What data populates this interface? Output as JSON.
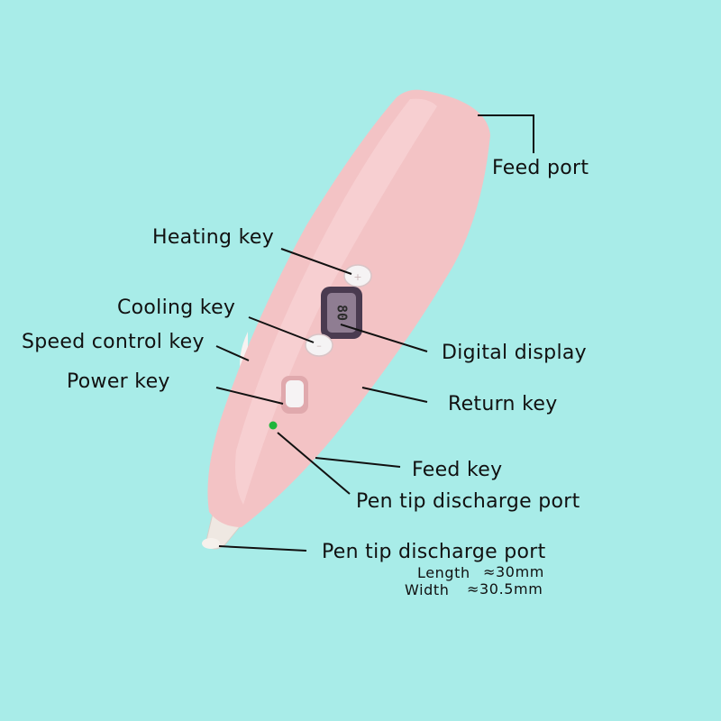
{
  "colors": {
    "background": "#a8ece8",
    "pen_body": "#f3c3c5",
    "pen_highlight": "#f9d9da",
    "side_grip": "#f7f2f1",
    "display_frame": "#4a3b50",
    "display_screen": "#8f7d92",
    "indicator_dot": "#1fb53b",
    "leader_line": "#111111"
  },
  "display": {
    "reading": "80"
  },
  "labels": {
    "feed_port": "Feed port",
    "heating_key": "Heating key",
    "cooling_key": "Cooling key",
    "speed_control_key": "Speed control key",
    "digital_display": "Digital display",
    "power_key": "Power key",
    "return_key": "Return key",
    "feed_key": "Feed key",
    "pen_tip_discharge_port_1": "Pen tip discharge port",
    "pen_tip_discharge_port_2": "Pen tip discharge port",
    "length": "Length",
    "length_value": "≈30mm",
    "width": "Width",
    "width_value": "≈30.5mm"
  }
}
